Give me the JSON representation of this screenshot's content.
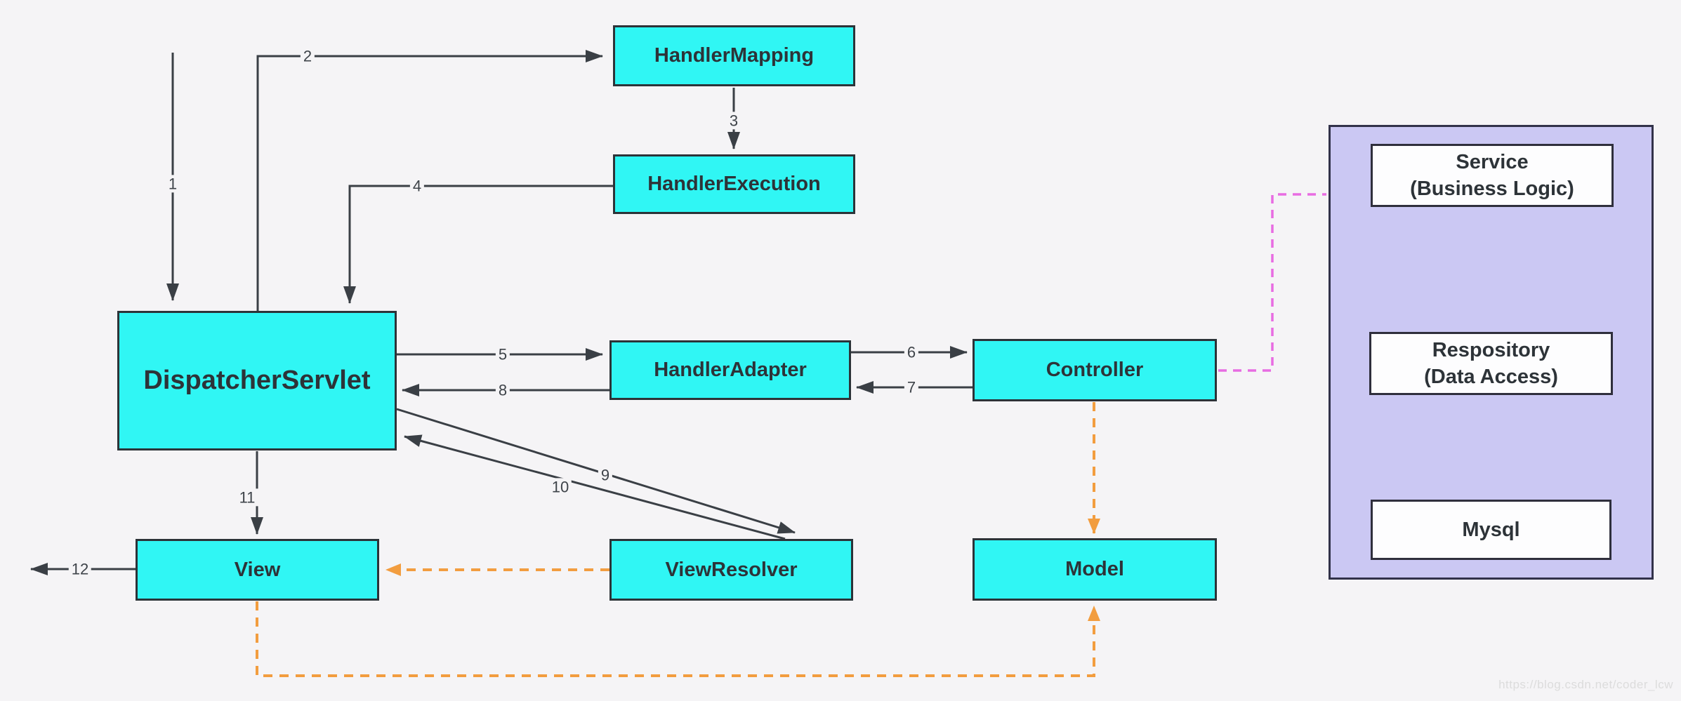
{
  "nodes": {
    "handler_mapping": {
      "label": "HandlerMapping"
    },
    "handler_execution": {
      "label": "HandlerExecution"
    },
    "dispatcher_servlet": {
      "label": "DispatcherServlet"
    },
    "handler_adapter": {
      "label": "HandlerAdapter"
    },
    "controller": {
      "label": "Controller"
    },
    "view": {
      "label": "View"
    },
    "view_resolver": {
      "label": "ViewResolver"
    },
    "model": {
      "label": "Model"
    },
    "service": {
      "line1": "Service",
      "line2": "(Business Logic)"
    },
    "repository": {
      "line1": "Respository",
      "line2": "(Data Access)"
    },
    "mysql": {
      "label": "Mysql"
    }
  },
  "steps": {
    "s1": "1",
    "s2": "2",
    "s3": "3",
    "s4": "4",
    "s5": "5",
    "s6": "6",
    "s7": "7",
    "s8": "8",
    "s9": "9",
    "s10": "10",
    "s11": "11",
    "s12": "12"
  },
  "watermark": "https://blog.csdn.net/coder_lcw",
  "colors": {
    "background": "#f5f4f6",
    "node_fill_cyan": "#30f6f4",
    "node_border": "#2c3338",
    "panel_fill": "#cbc8f3",
    "panel_border": "#32324a",
    "white_box_fill": "#fdfdfe",
    "arrow_solid": "#3a3f45",
    "arrow_orange_dashed": "#f29d3f",
    "arrow_pink_dashed": "#e86ce2",
    "watermark_text": "#dcdcdc"
  }
}
